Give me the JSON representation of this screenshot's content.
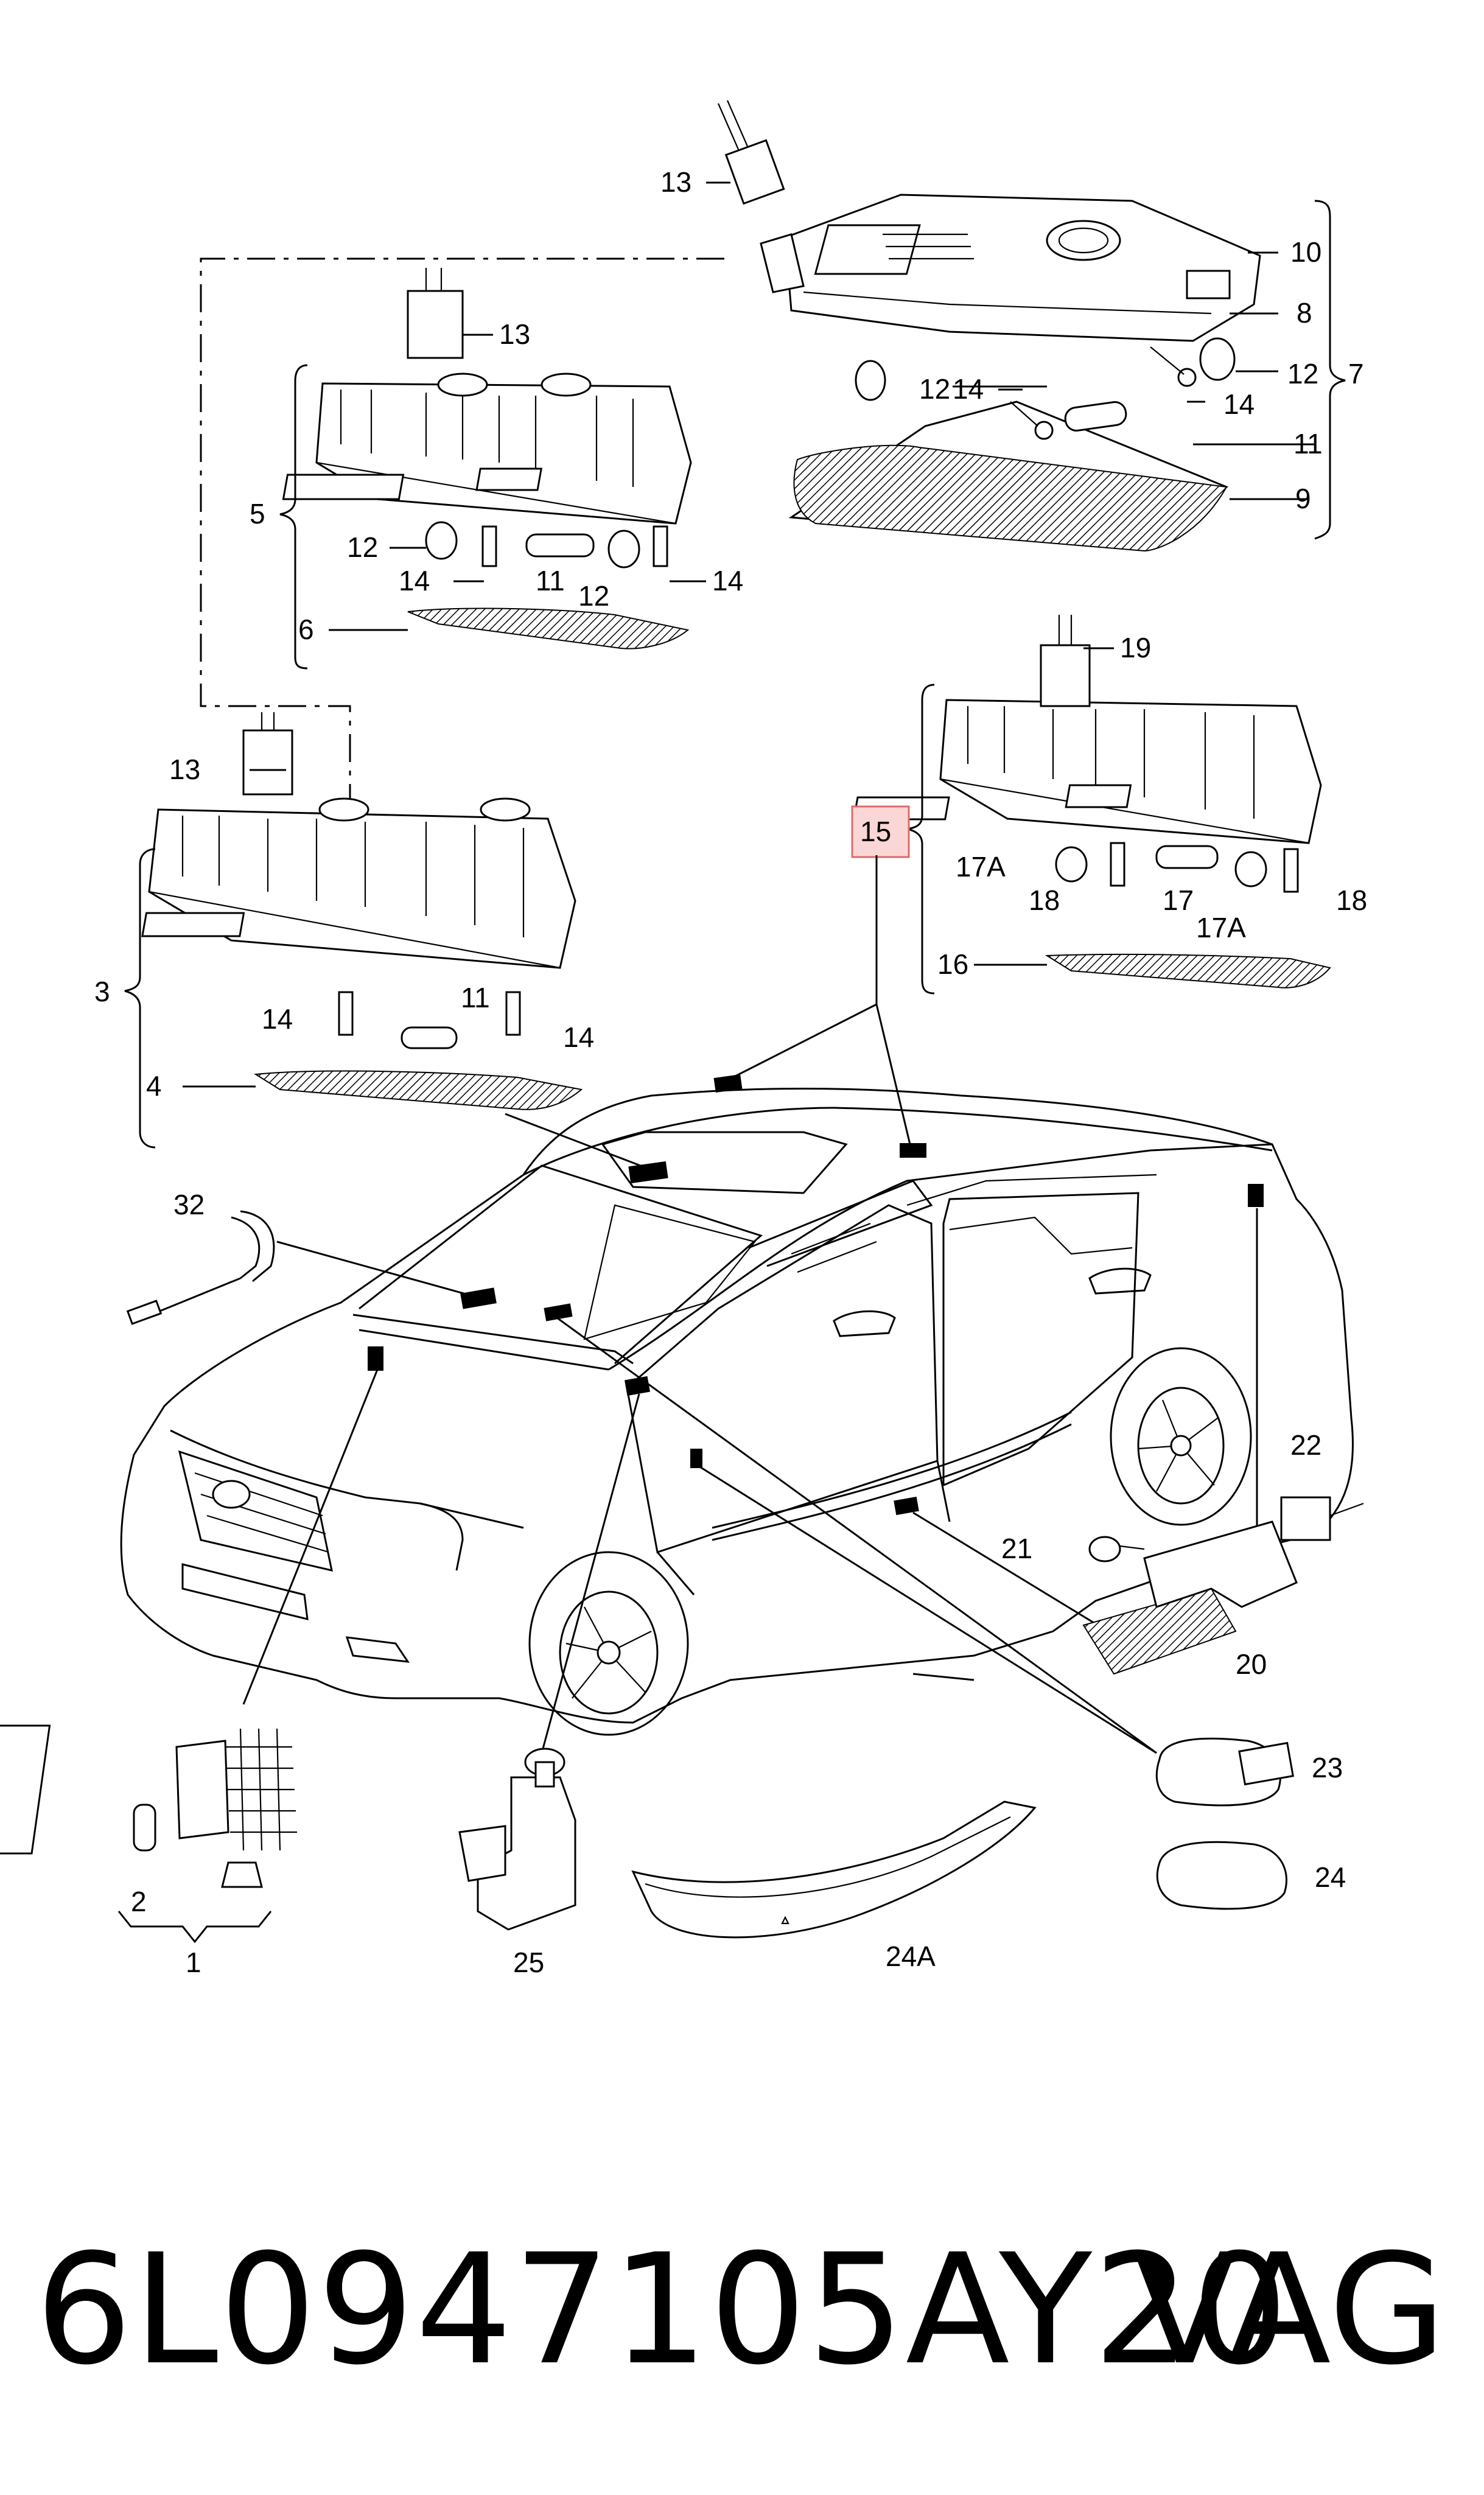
{
  "callouts": {
    "c1": "1",
    "c2": "2",
    "c3": "3",
    "c4": "4",
    "c5": "5",
    "c6": "6",
    "c7": "7",
    "c8": "8",
    "c9": "9",
    "c10": "10",
    "c11": "11",
    "c12": "12",
    "c13": "13",
    "c14": "14",
    "c15": "15",
    "c16": "16",
    "c17": "17",
    "c17a": "17A",
    "c18": "18",
    "c19": "19",
    "c20": "20",
    "c21": "21",
    "c22": "22",
    "c23": "23",
    "c24": "24",
    "c24a": "24A",
    "c25": "25",
    "c32": "32"
  },
  "highlighted_callout": "15",
  "footer": {
    "part_number": "6L0947105AY20",
    "brand": "VAG"
  }
}
